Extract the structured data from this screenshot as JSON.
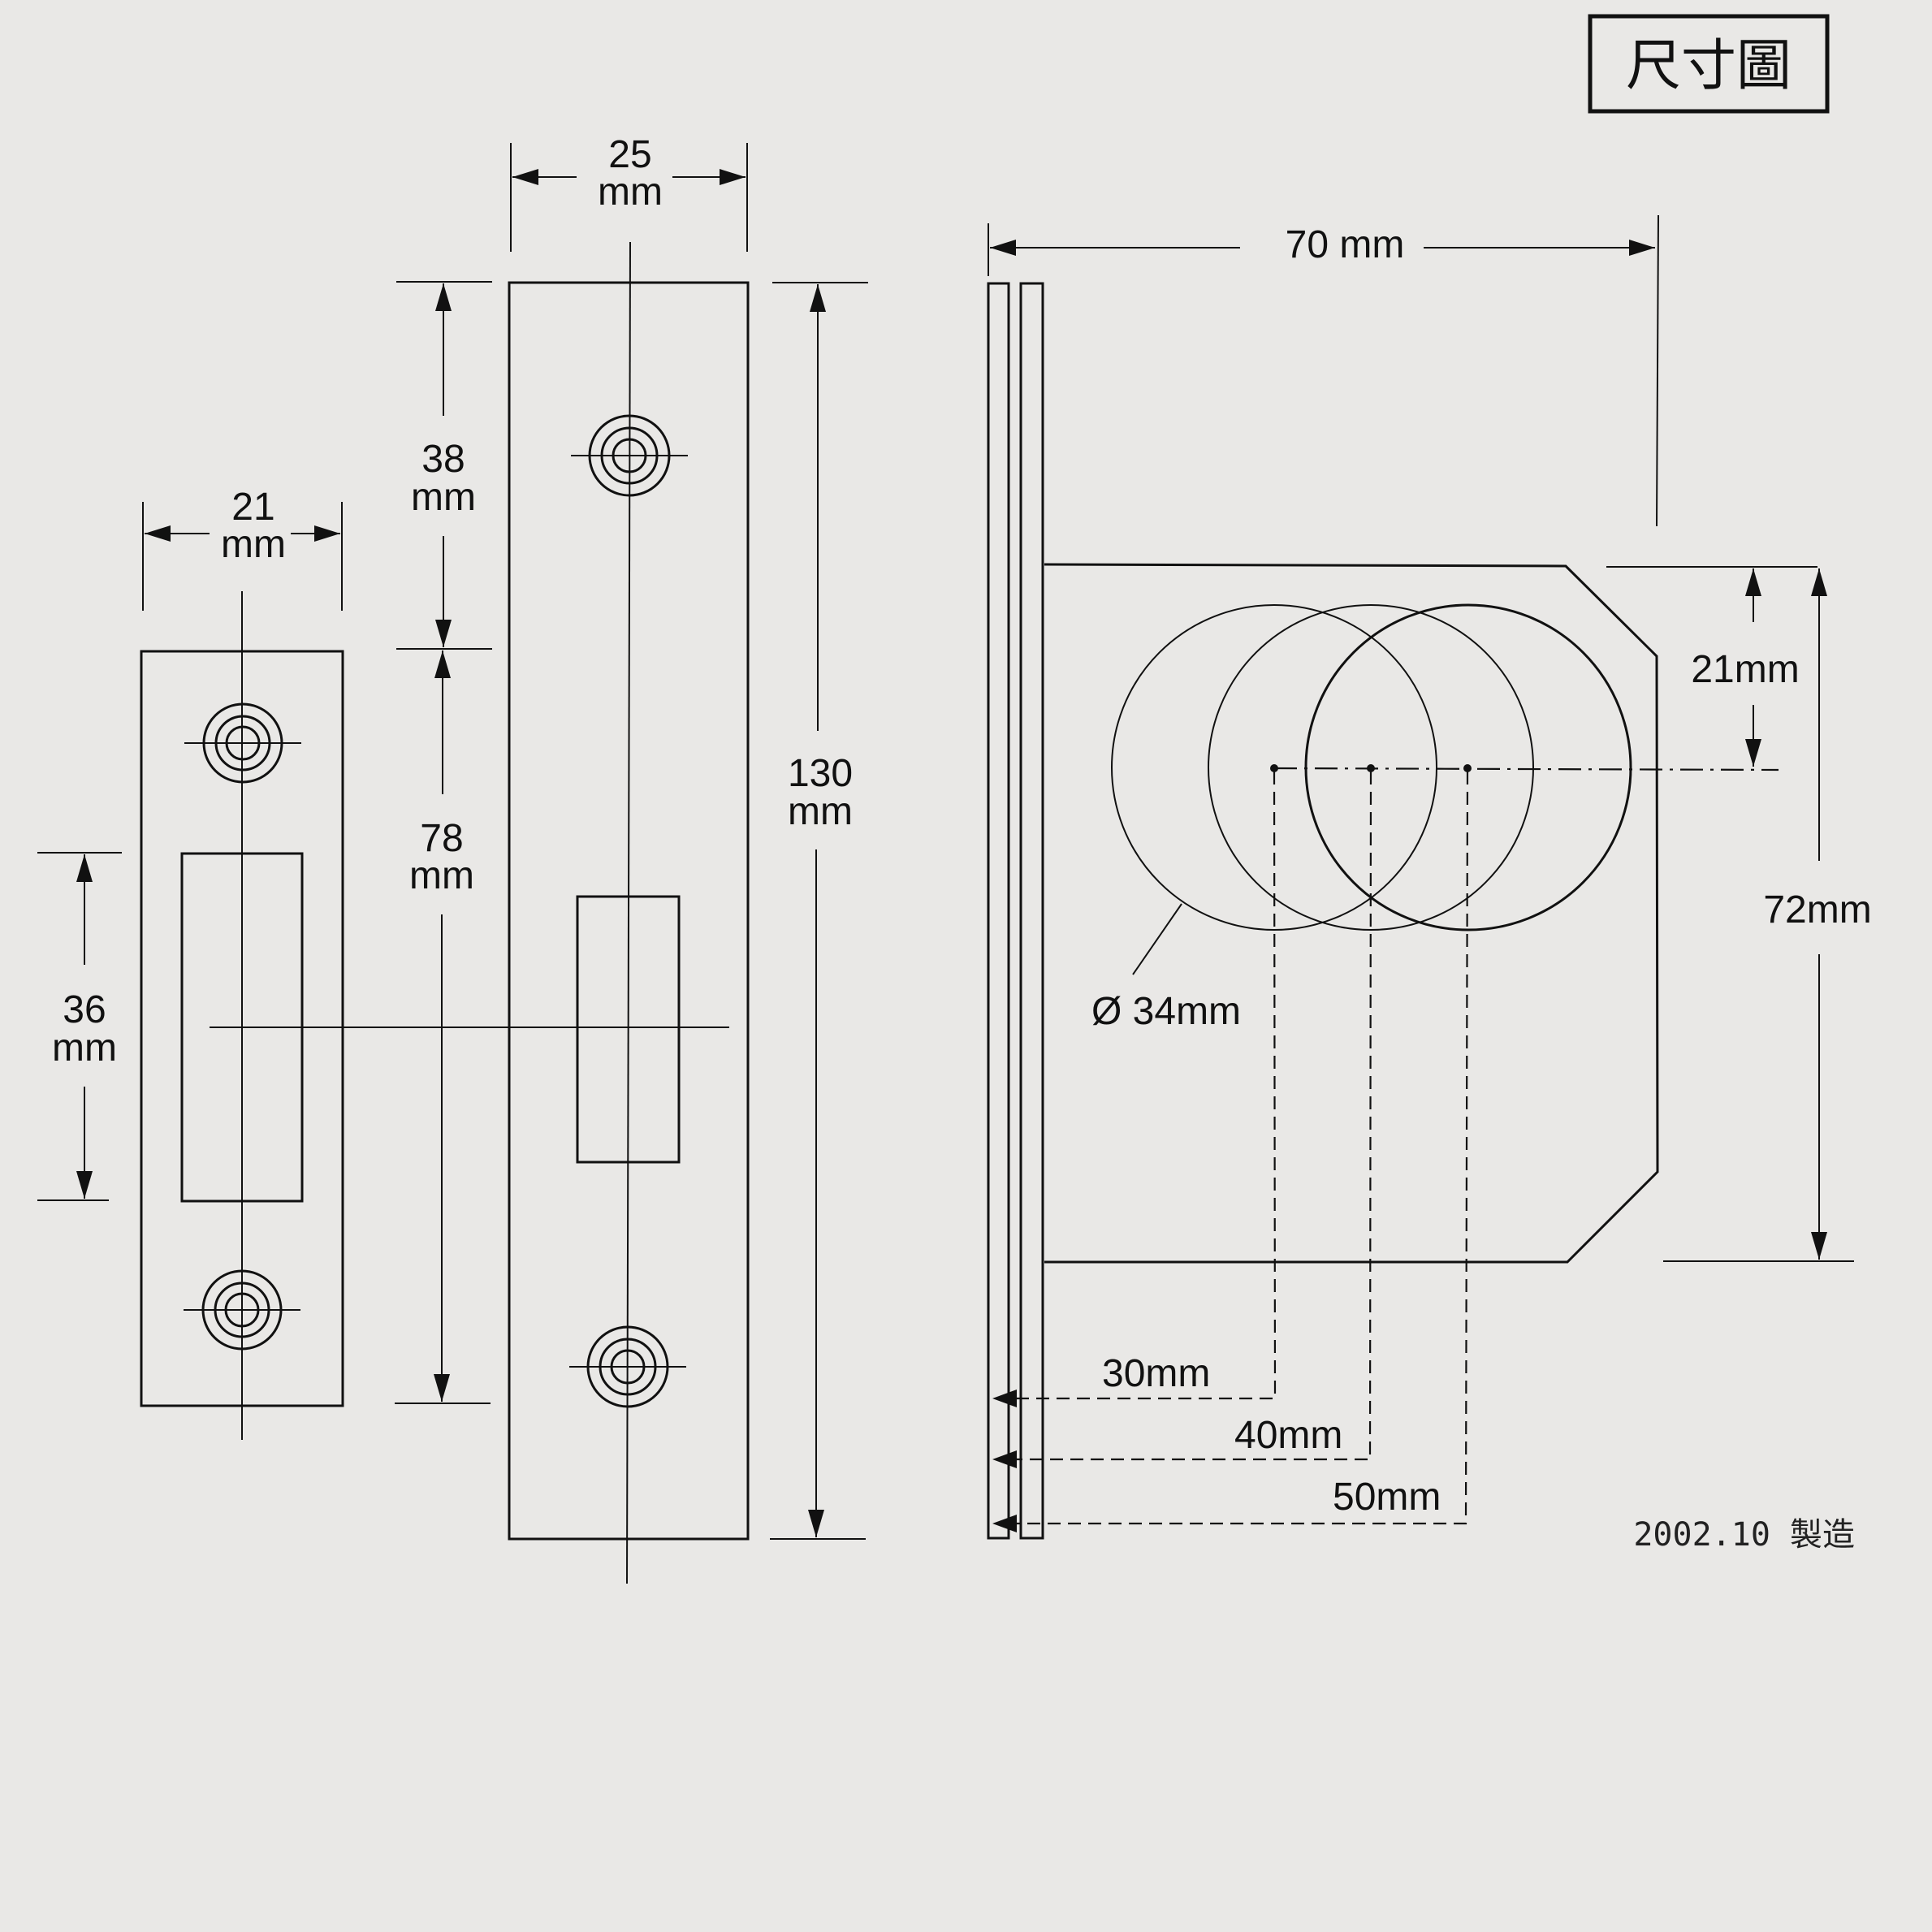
{
  "title": "尺寸圖",
  "footer": "2002.10 製造",
  "strike_plate": {
    "width": {
      "value": "21",
      "unit": "mm"
    },
    "opening": {
      "value": "36",
      "unit": "mm"
    }
  },
  "face_plate": {
    "width": {
      "value": "25",
      "unit": "mm"
    },
    "screw_to_latch": {
      "value": "38",
      "unit": "mm"
    },
    "latch_to_screw": {
      "value": "78",
      "unit": "mm"
    },
    "height": {
      "value": "130",
      "unit": "mm"
    }
  },
  "lock_body": {
    "depth": "70 mm",
    "hub_offset": "21mm",
    "body_height": "72mm",
    "hole_diameter": "Ø 34mm",
    "backsets": [
      "30mm",
      "40mm",
      "50mm"
    ]
  }
}
